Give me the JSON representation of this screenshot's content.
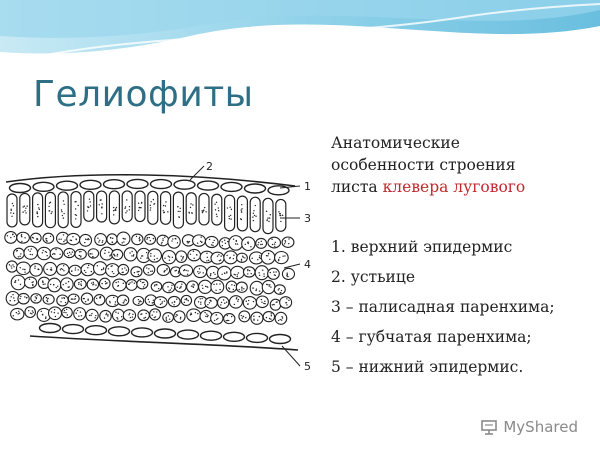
{
  "slide": {
    "title": "Гелиофиты",
    "caption_line1": "Анатомические",
    "caption_line2": "особенности строения",
    "caption_line3_prefix": "листа ",
    "caption_line3_accent": "клевера лугового",
    "accent_color": "#c0282d",
    "title_color": "#2f6f86"
  },
  "legend": [
    "1. верхний эпидермис",
    "2. устьице",
    "3 – палисадная паренхима;",
    "4 – губчатая паренхима;",
    "5 – нижний эпидермис."
  ],
  "diagram": {
    "labels": [
      "1",
      "2",
      "3",
      "4",
      "5"
    ]
  },
  "watermark": {
    "text": "MyShared",
    "icon": "presentation-board-icon"
  }
}
